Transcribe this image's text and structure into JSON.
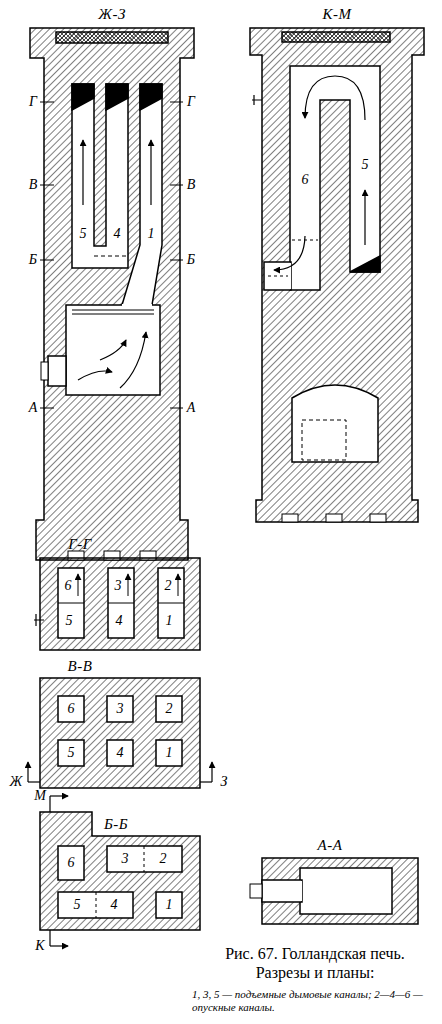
{
  "diagram": {
    "caption": "Рис. 67. Голландская печь. Разрезы и планы:",
    "nodes": [
      {
        "text": [
          "Ж-З"
        ]
      },
      {
        "text": [
          "5"
        ],
        "in": 0
      },
      {
        "text": [
          "4"
        ],
        "in": 0
      },
      {
        "text": [
          "1"
        ],
        "in": 0
      },
      {
        "text": [
          "К-М"
        ]
      },
      {
        "text": [
          "6"
        ],
        "in": 4
      },
      {
        "text": [
          "5"
        ],
        "in": 4
      },
      {
        "text": [
          "Г-Г"
        ]
      },
      {
        "text": [
          "6",
          "5"
        ],
        "in": 7
      },
      {
        "text": [
          "3",
          "4"
        ],
        "in": 7
      },
      {
        "text": [
          "2",
          "1"
        ],
        "in": 7
      },
      {
        "text": [
          "В-В"
        ]
      },
      {
        "text": [
          "6"
        ],
        "in": 11
      },
      {
        "text": [
          "3"
        ],
        "in": 11
      },
      {
        "text": [
          "2"
        ],
        "in": 11
      },
      {
        "text": [
          "5"
        ],
        "in": 11
      },
      {
        "text": [
          "4"
        ],
        "in": 11
      },
      {
        "text": [
          "1"
        ],
        "in": 11
      },
      {
        "text": [
          "Б-Б"
        ]
      },
      {
        "text": [
          "6"
        ],
        "in": 18
      },
      {
        "text": [
          "3",
          "2"
        ],
        "in": 18
      },
      {
        "text": [
          "5",
          "4"
        ],
        "in": 18
      },
      {
        "text": [
          "1"
        ],
        "in": 18
      },
      {
        "text": [
          "А-А"
        ]
      }
    ],
    "labels": [
      "Г",
      "Г",
      "В",
      "В",
      "Б",
      "Б",
      "А",
      "А",
      "Ж",
      "З",
      "М",
      "К",
      "1, 3, 5 — подъемные дымовые каналы; 2—4—6 — опускные каналы."
    ]
  }
}
